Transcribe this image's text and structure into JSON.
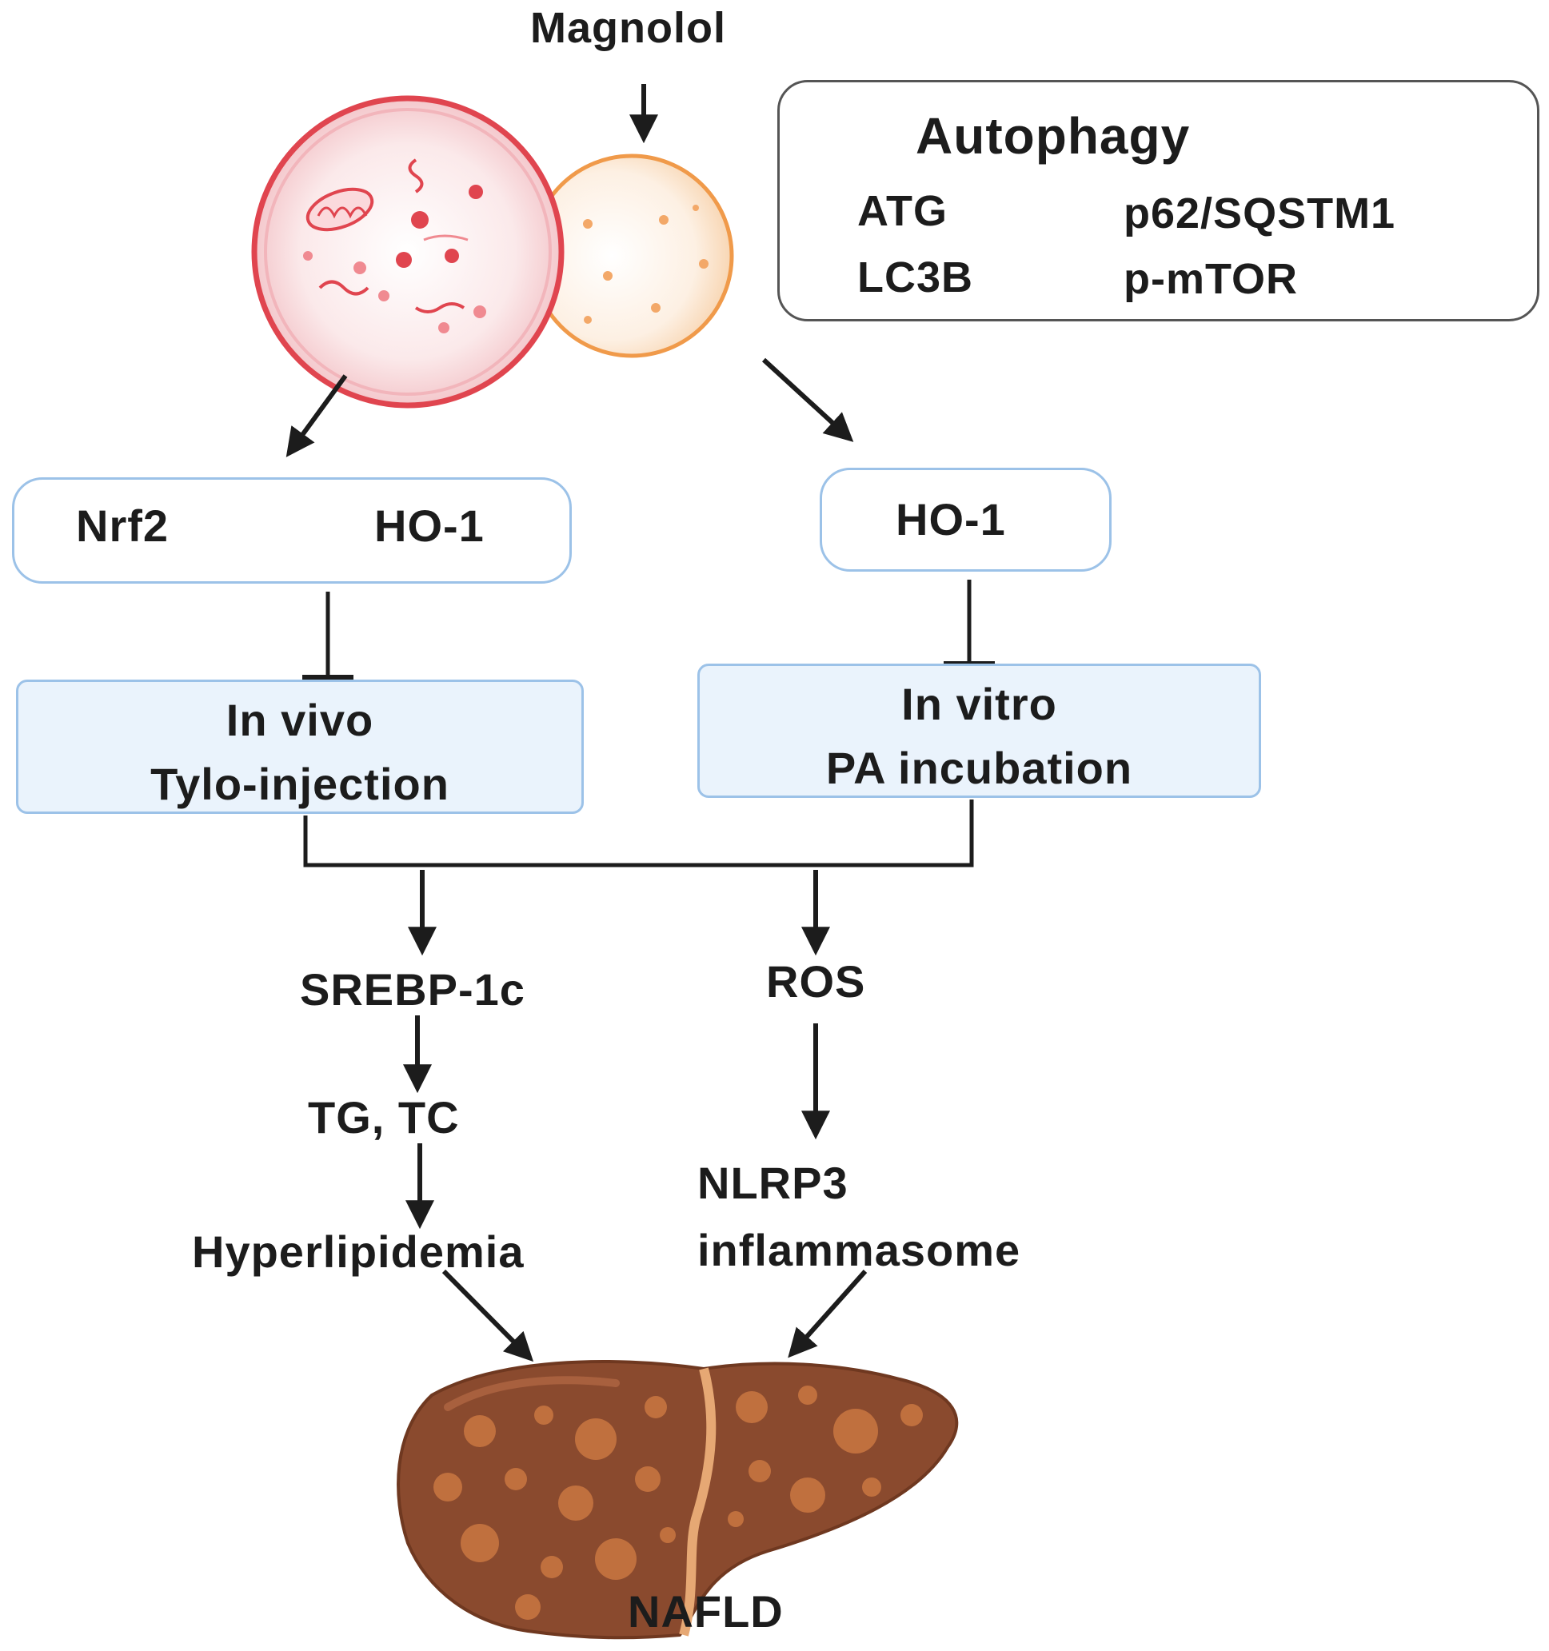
{
  "top_label": "Magnolol",
  "autophagy": {
    "title": "Autophagy",
    "up_items": [
      "ATG",
      "LC3B"
    ],
    "down_items": [
      "p62/SQSTM1",
      "p-mTOR"
    ]
  },
  "left_path": {
    "nrf2": "Nrf2",
    "ho1": "HO-1",
    "model_line1": "In vivo",
    "model_line2": "Tylo-injection",
    "step1": "SREBP-1c",
    "step2": "TG, TC",
    "step3": "Hyperlipidemia"
  },
  "right_path": {
    "ho1": "HO-1",
    "model_line1": "In vitro",
    "model_line2": "PA incubation",
    "step1": "ROS",
    "step2_line1": "NLRP3",
    "step2_line2": "inflammasome"
  },
  "outcome": "NAFLD",
  "colors": {
    "up_arrow": "#e8248e",
    "box_border": "#9cc2e8",
    "box_fill": "#eaf3fc",
    "liver": "#8a4a2e",
    "liver_spots": "#c0703e",
    "cell_red": "#e0454f",
    "cell_orange": "#f09a4a"
  }
}
